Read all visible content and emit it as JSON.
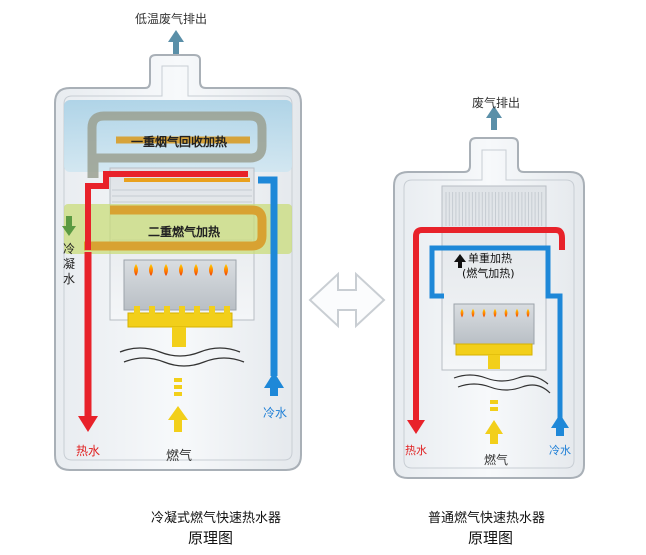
{
  "left": {
    "exhaust_label": "低温废气排出",
    "stage1_label": "一重烟气回收加热",
    "stage2_label": "二重燃气加热",
    "condensate_label": [
      "冷",
      "凝",
      "水"
    ],
    "hot_water_label": "热水",
    "gas_label": "燃气",
    "cold_water_label": "冷水",
    "caption_line1": "冷凝式燃气快速热水器",
    "caption_line2": "原理图"
  },
  "right": {
    "exhaust_label": "废气排出",
    "single_heat_line1": "单重加热",
    "single_heat_line2": "(燃气加热)",
    "hot_water_label": "热水",
    "gas_label": "燃气",
    "cold_water_label": "冷水",
    "caption_line1": "普通燃气快速热水器",
    "caption_line2": "原理图"
  },
  "colors": {
    "hot_pipe": "#e8222a",
    "cold_pipe": "#1e88d8",
    "gas": "#f2cf1a",
    "stage1_band": "#bcdbe9",
    "stage2_band": "#c9dc7a",
    "arrow_teal": "#5a8fa8"
  }
}
